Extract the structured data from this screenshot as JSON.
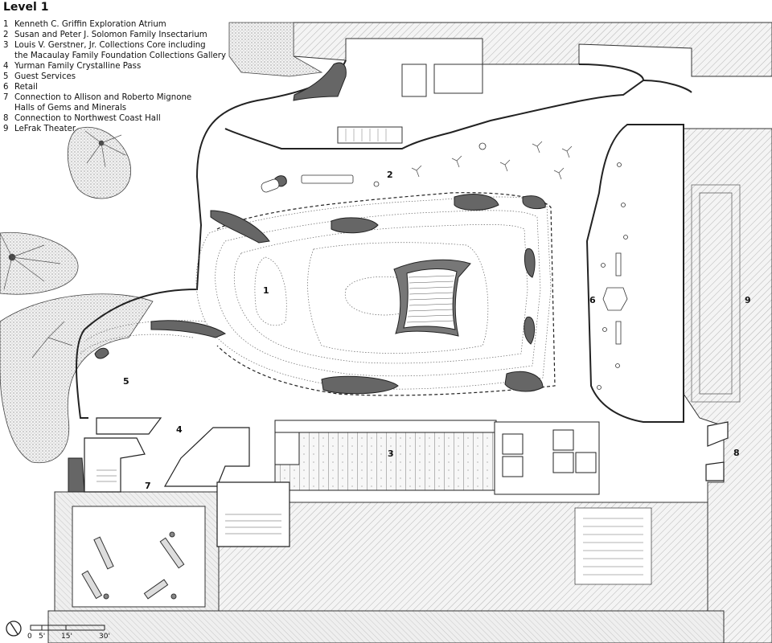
{
  "title": "Level 1",
  "legend": [
    {
      "num": "1",
      "lines": [
        "Kenneth C. Griffin Exploration Atrium"
      ]
    },
    {
      "num": "2",
      "lines": [
        "Susan and Peter J. Solomon Family Insectarium"
      ]
    },
    {
      "num": "3",
      "lines": [
        "Louis V. Gerstner, Jr. Collections Core including",
        "the Macaulay Family Foundation Collections Gallery"
      ]
    },
    {
      "num": "4",
      "lines": [
        "Yurman Family Crystalline Pass"
      ]
    },
    {
      "num": "5",
      "lines": [
        "Guest Services"
      ]
    },
    {
      "num": "6",
      "lines": [
        "Retail"
      ]
    },
    {
      "num": "7",
      "lines": [
        "Connection to Allison and Roberto Mignone",
        "Halls of Gems and Minerals"
      ]
    },
    {
      "num": "8",
      "lines": [
        "Connection to Northwest Coast Hall"
      ]
    },
    {
      "num": "9",
      "lines": [
        "LeFrak Theater"
      ]
    }
  ],
  "plan_labels": [
    "1",
    "2",
    "3",
    "4",
    "5",
    "6",
    "7",
    "8",
    "9"
  ],
  "scale": {
    "ticks": [
      "0",
      "5'",
      "15'",
      "30'"
    ]
  },
  "icons": {
    "north_arrow": "north-arrow-icon"
  }
}
